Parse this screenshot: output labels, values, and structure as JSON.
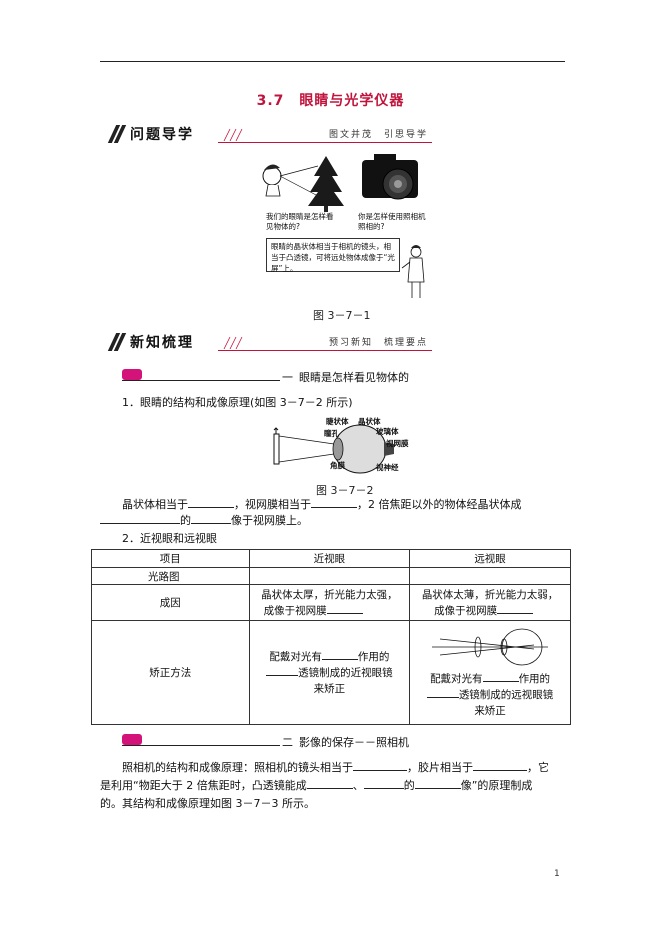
{
  "page_title": "3.7　眼睛与光学仪器",
  "banner1": {
    "label": "问题导学",
    "sub": "图文并茂　引思导学"
  },
  "fig1": {
    "q_left": "我们的眼睛是怎样看见物体的?",
    "q_right": "你是怎样使用照相机照相的?",
    "answer": "眼睛的晶状体相当于相机的镜头，相当于凸透镜，可将远处物体成像于“光屏”上。",
    "caption": "图 3－7－1"
  },
  "banner2": {
    "label": "新知梳理",
    "sub": "预习新知　梳理要点"
  },
  "section1": {
    "title": "眼睛是怎样看见物体的"
  },
  "item1": {
    "heading": "1．眼睛的结构和成像原理(如图 3－7－2 所示)"
  },
  "eye_labels": {
    "crystalline": "睫状体",
    "lens": "晶状体",
    "pupil": "瞳孔",
    "vitreous": "玻璃体",
    "retina": "视网膜",
    "cornea": "角膜",
    "optic_nerve": "视神经"
  },
  "fig2_caption": "图 3－7－2",
  "para1": {
    "a": "晶状体相当于",
    "b": "，视网膜相当于",
    "c": "，2 倍焦距以外的物体经晶状体成",
    "d": "的",
    "e": "像于视网膜上。"
  },
  "item2": {
    "heading": "2．近视眼和远视眼"
  },
  "table": {
    "h_item": "项目",
    "h_myopia": "近视眼",
    "h_hyperopia": "远视眼",
    "row_path": "光路图",
    "row_cause": "成因",
    "cause_myopia_1": "晶状体太厚，折光能力太强，",
    "cause_myopia_2": "成像于视网膜",
    "cause_hyper_1": "晶状体太薄，折光能力太弱，",
    "cause_hyper_2": "成像于视网膜",
    "row_fix": "矫正方法",
    "fix_m_1": "配戴对光有",
    "fix_m_2": "作用的",
    "fix_m_3": "透镜制成的近视眼镜",
    "fix_m_4": "来矫正",
    "fix_h_1": "配戴对光有",
    "fix_h_2": "作用的",
    "fix_h_3": "透镜制成的远视眼镜",
    "fix_h_4": "来矫正"
  },
  "section2": {
    "title": "影像的保存－－照相机"
  },
  "para2": {
    "a": "照相机的结构和成像原理：照相机的镜头相当于",
    "b": "，胶片相当于",
    "c": "，它",
    "d": "是利用“物距大于 2 倍焦距时，凸透镜能成",
    "e": "、",
    "f": "的",
    "g": "像”的原理制成",
    "h": "的。其结构和成像原理如图 3－7－3 所示。"
  },
  "page_number": "1",
  "colors": {
    "accent_red": "#c0143c",
    "accent_pink": "#d3137a"
  }
}
